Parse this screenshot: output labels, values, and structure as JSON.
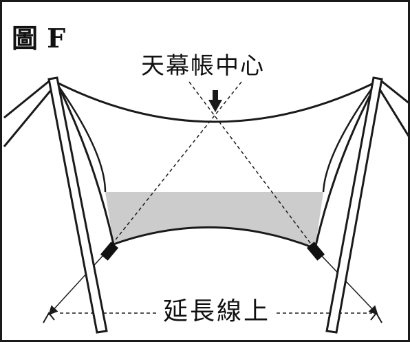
{
  "figure": {
    "label": "圖 F",
    "center_label": "天幕帳中心",
    "extension_label": "延長線上",
    "colors": {
      "stroke": "#1a1a1a",
      "tarp_fill": "#cccccc",
      "background": "#ffffff"
    },
    "icons": [
      "arrow-down-icon",
      "corner-anchor-icon"
    ]
  }
}
